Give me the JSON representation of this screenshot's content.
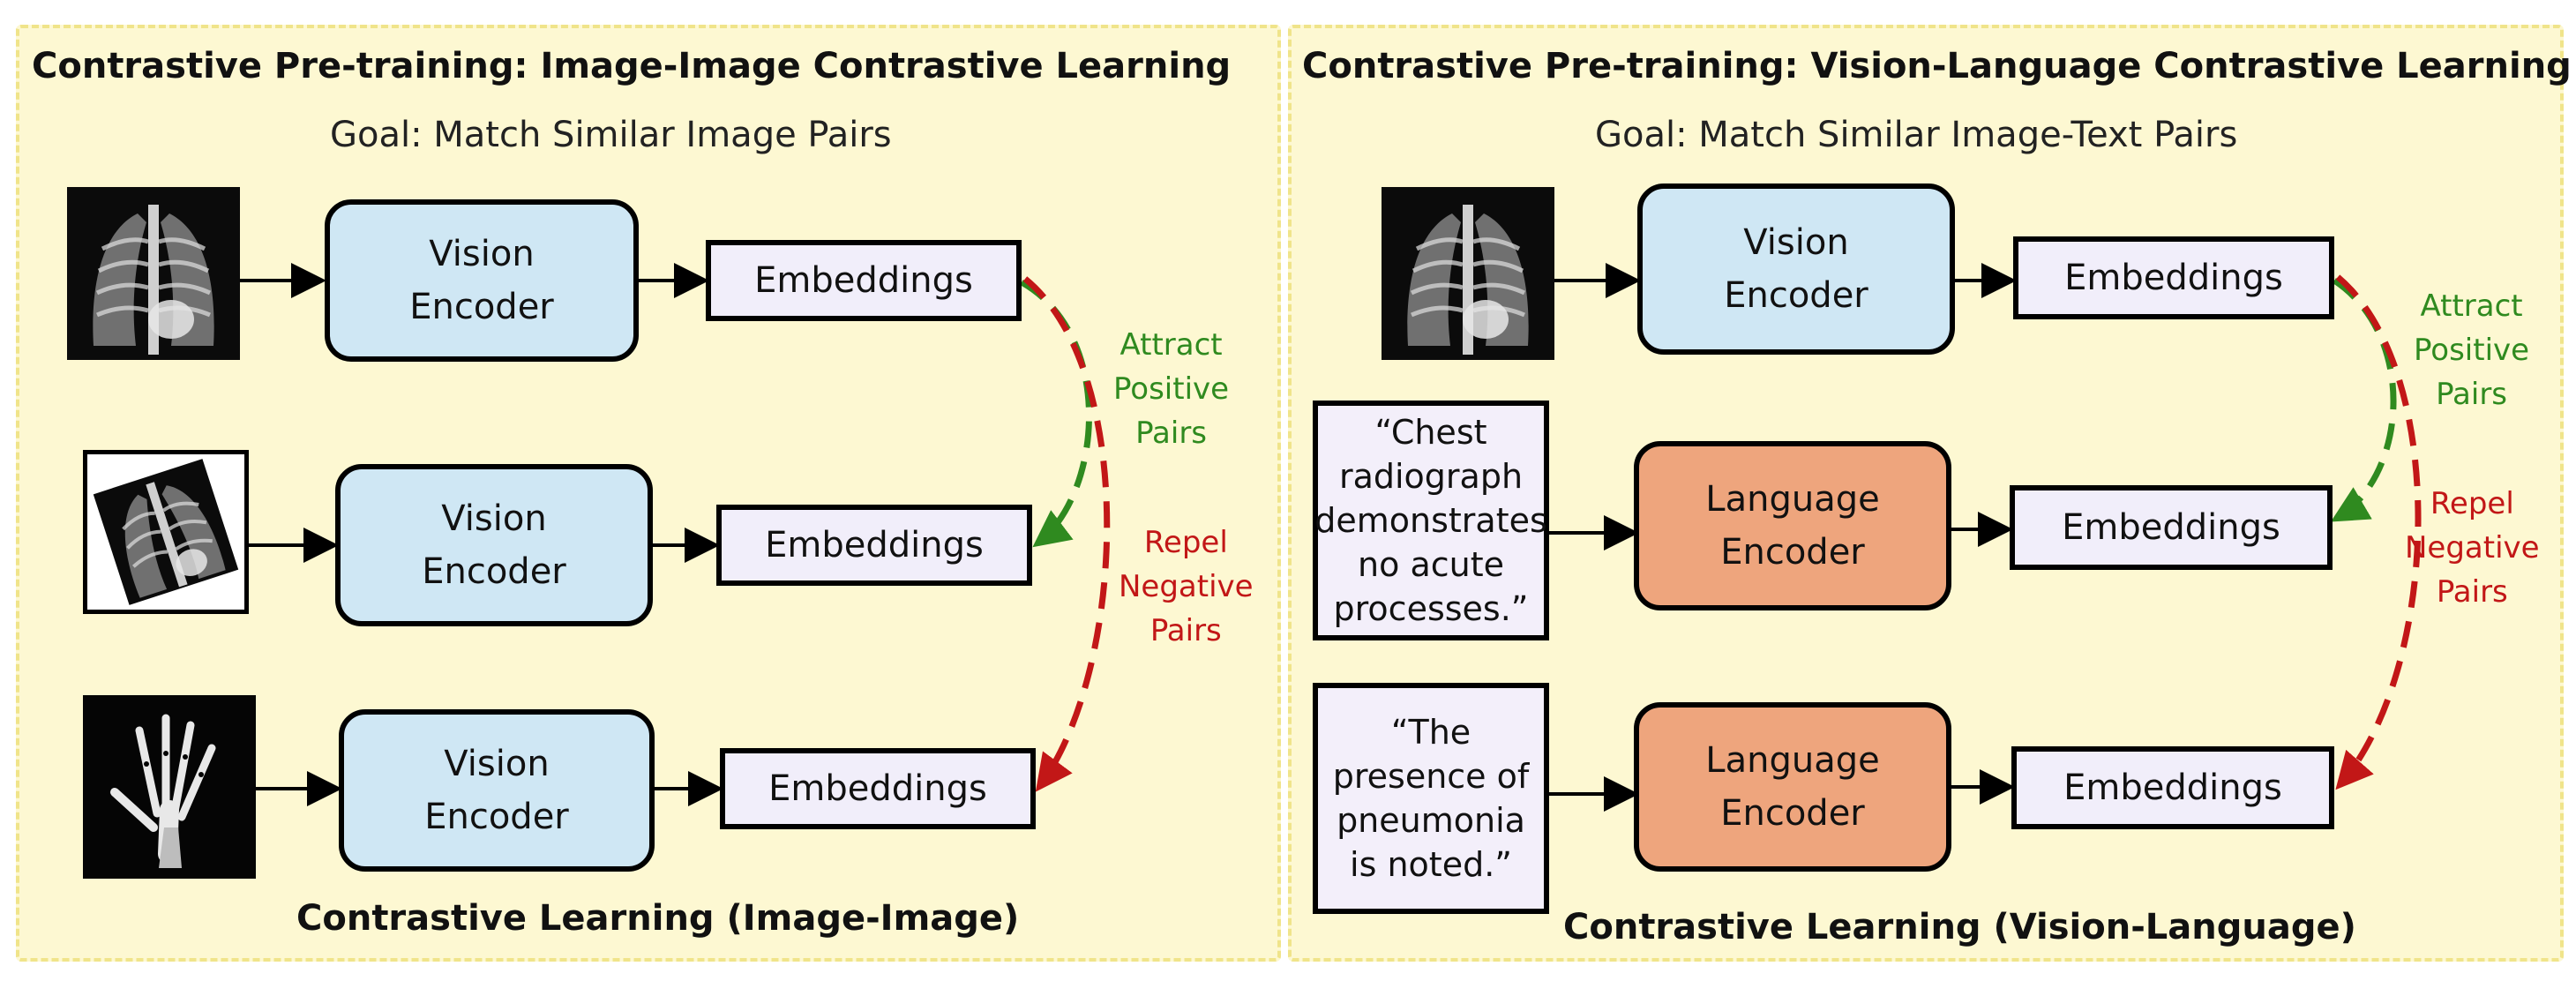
{
  "left_panel": {
    "title": "Contrastive Pre-training: Image-Image Contrastive Learning",
    "goal": "Goal: Match Similar Image Pairs",
    "rows": [
      {
        "encoder": "Vision\nEncoder",
        "embedding": "Embeddings",
        "input": "chest-xray-icon"
      },
      {
        "encoder": "Vision\nEncoder",
        "embedding": "Embeddings",
        "input": "rotated-chest-xray-icon"
      },
      {
        "encoder": "Vision\nEncoder",
        "embedding": "Embeddings",
        "input": "hand-xray-icon"
      }
    ],
    "attract_label": "Attract\nPositive\nPairs",
    "repel_label": "Repel\nNegative\nPairs",
    "caption": "Contrastive Learning (Image-Image)"
  },
  "right_panel": {
    "title": "Contrastive Pre-training: Vision-Language Contrastive Learning",
    "goal": "Goal: Match Similar Image-Text Pairs",
    "rows": [
      {
        "encoder": "Vision\nEncoder",
        "embedding": "Embeddings",
        "input": "chest-xray-icon"
      },
      {
        "encoder": "Language\nEncoder",
        "embedding": "Embeddings",
        "input_text": "“Chest\nradiograph\ndemonstrates\nno acute\nprocesses.”"
      },
      {
        "encoder": "Language\nEncoder",
        "embedding": "Embeddings",
        "input_text": "“The\npresence of\npneumonia\nis noted.”"
      }
    ],
    "attract_label": "Attract\nPositive\nPairs",
    "repel_label": "Repel\nNegative\nPairs",
    "caption": "Contrastive Learning (Vision-Language)"
  },
  "colors": {
    "panel_bg": "#fdf8d2",
    "vision_encoder": "#cfe7f4",
    "language_encoder": "#eea57d",
    "embedding_box": "#f1eefa",
    "attract": "#2f8a1f",
    "repel": "#c21717"
  }
}
